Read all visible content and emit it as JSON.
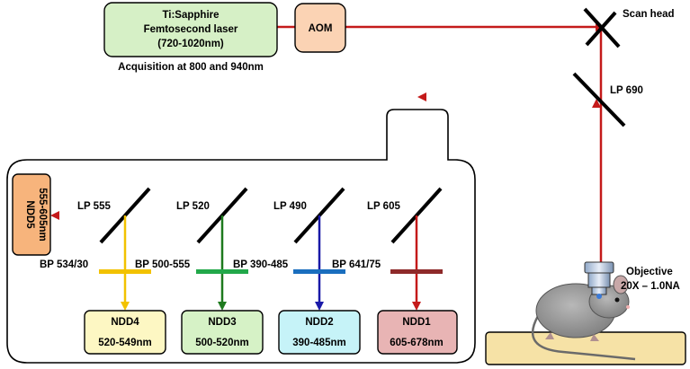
{
  "laser": {
    "line1": "Ti:Sapphire",
    "line2": "Femtosecond laser",
    "line3": "(720-1020nm)",
    "acquisition": "Acquisition at 800 and 940nm",
    "fill": "#d6f0c6"
  },
  "aom": {
    "label": "AOM",
    "fill": "#fbd3b4"
  },
  "scan_head": {
    "label": "Scan head"
  },
  "lp690": {
    "label": "LP 690"
  },
  "objective": {
    "line1": "Objective",
    "line2": "20X – 1.0NA"
  },
  "ndd5": {
    "line1": "NDD5",
    "line2": "555-605nm",
    "fill": "#f7b47c"
  },
  "mirrors": {
    "lp555": "LP 555",
    "lp520": "LP 520",
    "lp490": "LP 490",
    "lp605": "LP 605"
  },
  "filters": {
    "bp534": "BP 534/30",
    "bp500": "BP 500-555",
    "bp390": "BP 390-485",
    "bp641": "BP 641/75"
  },
  "detectors": [
    {
      "name": "NDD4",
      "range": "520-549nm",
      "fill": "#fdf7c3",
      "color": "#f2c200"
    },
    {
      "name": "NDD3",
      "range": "500-520nm",
      "fill": "#d6f2c6",
      "color": "#1e7a1e"
    },
    {
      "name": "NDD2",
      "range": "390-485nm",
      "fill": "#c6f3f8",
      "color": "#1a1aa8"
    },
    {
      "name": "NDD1",
      "range": "605-678nm",
      "fill": "#e8b4b4",
      "color": "#c41a1a"
    }
  ],
  "colors": {
    "beam_red": "#c41a1a",
    "filter_green": "#22a84a",
    "filter_blue": "#1a6ebe",
    "filter_brown": "#8e2a2a",
    "stage_fill": "#f6e2a6"
  }
}
